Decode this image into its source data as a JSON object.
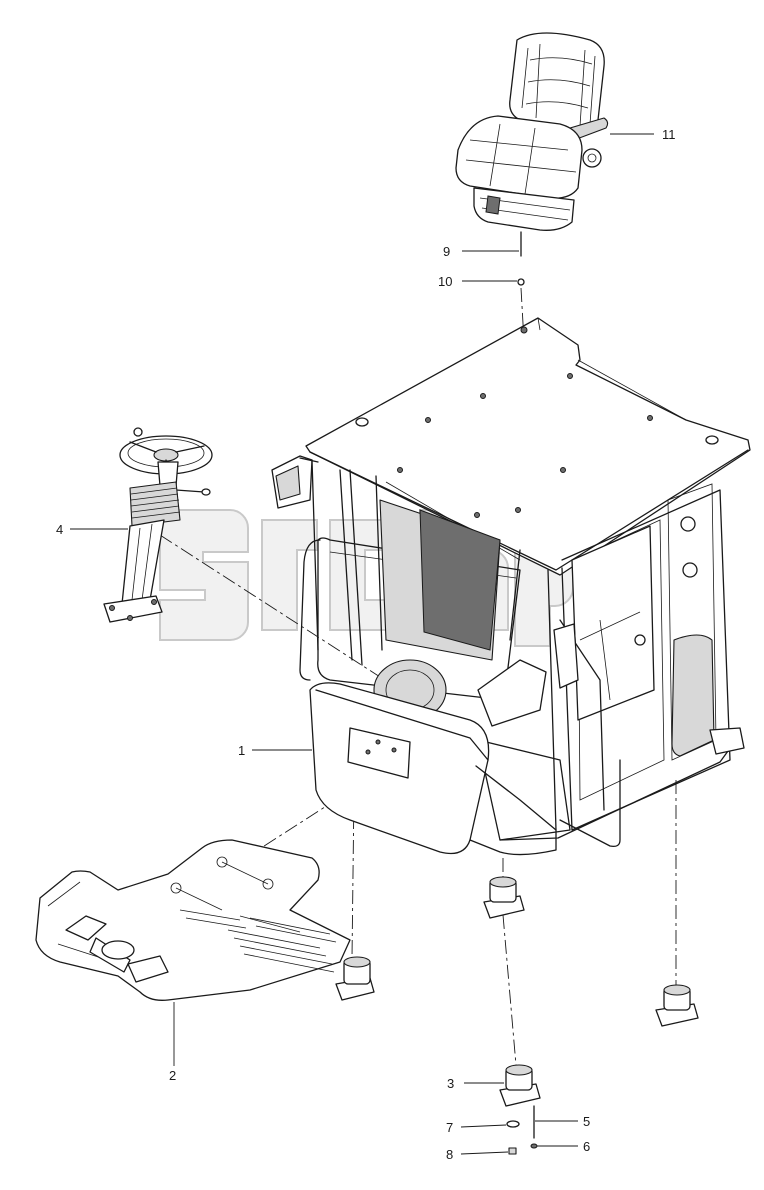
{
  "diagram": {
    "callouts": [
      {
        "id": "c1",
        "label": "1"
      },
      {
        "id": "c2",
        "label": "2"
      },
      {
        "id": "c3",
        "label": "3"
      },
      {
        "id": "c4",
        "label": "4"
      },
      {
        "id": "c5",
        "label": "5"
      },
      {
        "id": "c6",
        "label": "6"
      },
      {
        "id": "c7",
        "label": "7"
      },
      {
        "id": "c8",
        "label": "8"
      },
      {
        "id": "c9",
        "label": "9"
      },
      {
        "id": "c10",
        "label": "10"
      },
      {
        "id": "c11",
        "label": "11"
      }
    ],
    "watermark": {
      "mark": "TM"
    },
    "colors": {
      "line": "#1a1a1a",
      "background": "#ffffff",
      "watermark": "#e6e6e6"
    }
  }
}
